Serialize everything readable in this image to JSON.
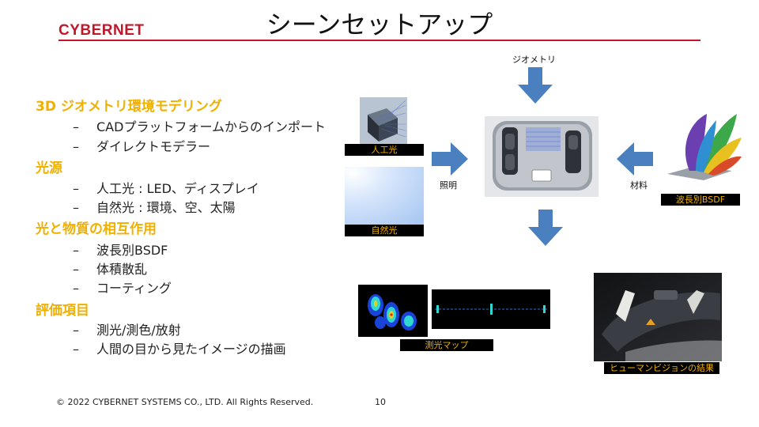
{
  "header": {
    "logo": "CYBERNET",
    "title": "シーンセットアップ"
  },
  "sections": [
    {
      "heading": "3D ジオメトリ環境モデリング",
      "items": [
        "CADプラットフォームからのインポート",
        "ダイレクトモデラー"
      ]
    },
    {
      "heading": "光源",
      "items": [
        "人工光 : LED、ディスプレイ",
        "自然光 : 環境、空、太陽"
      ]
    },
    {
      "heading": "光と物質の相互作用",
      "items": [
        "波長別BSDF",
        "体積散乱",
        "コーティング"
      ]
    },
    {
      "heading": "評価項目",
      "items": [
        "測光/測色/放射",
        "人間の目から見たイメージの描画"
      ]
    }
  ],
  "diagram": {
    "geometry_label": "ジオメトリ",
    "lighting_label": "照明",
    "material_label": "材料",
    "artificial_light_caption": "人工光",
    "natural_light_caption": "自然光",
    "bsdf_caption": "波長別BSDF",
    "photometric_map_caption": "測光マップ",
    "human_vision_caption": "ヒューマンビジョンの結果"
  },
  "footer": {
    "copyright": "© 2022 CYBERNET SYSTEMS CO., LTD. All Rights Reserved.",
    "page_number": "10"
  },
  "colors": {
    "brand_red": "#c0182a",
    "heading_yellow": "#f0b000",
    "arrow_blue": "#4a7fc0"
  }
}
